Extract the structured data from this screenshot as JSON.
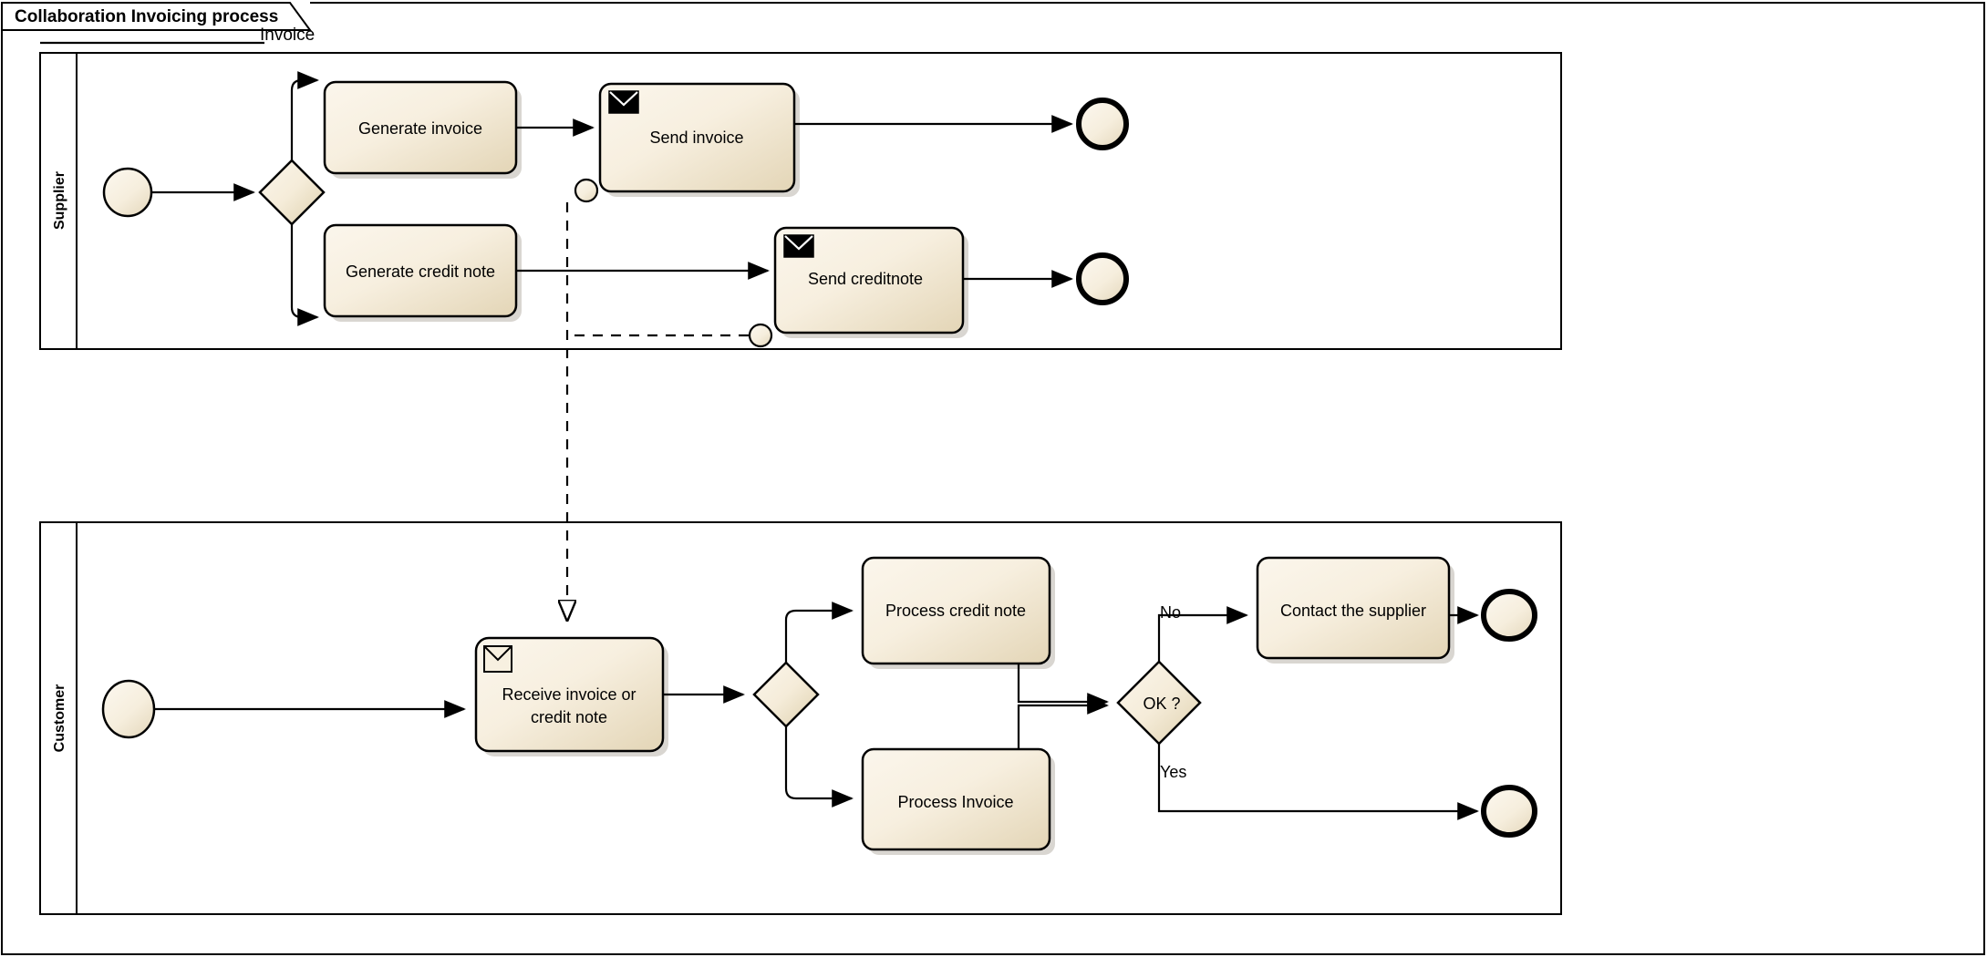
{
  "window": {
    "tab_title": "Collaboration Invoicing process"
  },
  "colors": {
    "task_fill_light": "#faf4e7",
    "task_fill_dark": "#e8dcc2",
    "event_fill_light": "#faf4e7",
    "event_fill_dark": "#e8dcc2",
    "gateway_fill_light": "#faf4e7",
    "gateway_fill_dark": "#e2d5b8",
    "stroke": "#000000",
    "background": "#ffffff",
    "shadow": "#b9b4ab"
  },
  "pools": [
    {
      "id": "supplier",
      "label": "Supplier"
    },
    {
      "id": "customer",
      "label": "Customer"
    }
  ],
  "supplier": {
    "start_event": {
      "name": "start-event",
      "label": ""
    },
    "gateway": {
      "label": ""
    },
    "tasks": [
      {
        "id": "generate-invoice",
        "label": "Generate invoice",
        "marker": "none"
      },
      {
        "id": "send-invoice",
        "label": "Send invoice",
        "marker": "send-message"
      },
      {
        "id": "generate-credit-note",
        "label": "Generate credit note",
        "marker": "none"
      },
      {
        "id": "send-creditnote",
        "label": "Send creditnote",
        "marker": "send-message"
      }
    ],
    "end_events": [
      {
        "id": "end-invoice",
        "label": ""
      },
      {
        "id": "end-creditnote",
        "label": ""
      }
    ]
  },
  "customer": {
    "start_event": {
      "name": "start-event",
      "label": ""
    },
    "tasks": [
      {
        "id": "receive-invoice-or-credit-note",
        "label_line1": "Receive invoice or",
        "label_line2": "credit note",
        "marker": "receive-message"
      },
      {
        "id": "process-credit-note",
        "label": "Process credit note",
        "marker": "none"
      },
      {
        "id": "process-invoice",
        "label": "Process Invoice",
        "marker": "none"
      },
      {
        "id": "contact-the-supplier",
        "label": "Contact the supplier",
        "marker": "none"
      }
    ],
    "gateways": [
      {
        "id": "split-gateway",
        "label": ""
      },
      {
        "id": "ok-gateway",
        "label": "OK ?"
      }
    ],
    "end_events": [
      {
        "id": "end-contact-supplier",
        "label": ""
      },
      {
        "id": "end-ok",
        "label": ""
      }
    ]
  },
  "flow_labels": {
    "no": "No",
    "yes": "Yes"
  },
  "message_flows": [
    {
      "id": "invoice-message-flow",
      "label": "Invoice"
    },
    {
      "id": "creditnote-message-flow",
      "label": ""
    }
  ]
}
